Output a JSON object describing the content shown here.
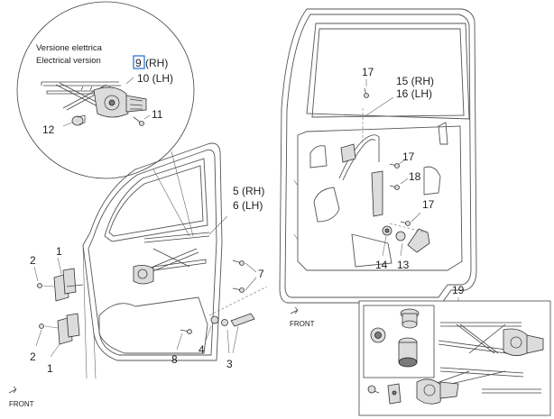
{
  "inset_caption": {
    "line1": "Versione elettrica",
    "line2": "Electrical version"
  },
  "callouts": {
    "c9": "9",
    "c9_suffix": "(RH)",
    "c10": "10 (LH)",
    "c11": "11",
    "c12": "12",
    "c5": "5 (RH)",
    "c6": "6 (LH)",
    "c7": "7",
    "c1a": "1",
    "c1b": "1",
    "c2a": "2",
    "c2b": "2",
    "c3": "3",
    "c4": "4",
    "c8": "8",
    "c13": "13",
    "c14": "14",
    "c15": "15 (RH)",
    "c16": "16 (LH)",
    "c17a": "17",
    "c17b": "17",
    "c17c": "17",
    "c18": "18",
    "c19": "19"
  },
  "front_labels": {
    "front1": "FRONT",
    "front2": "FRONT"
  }
}
